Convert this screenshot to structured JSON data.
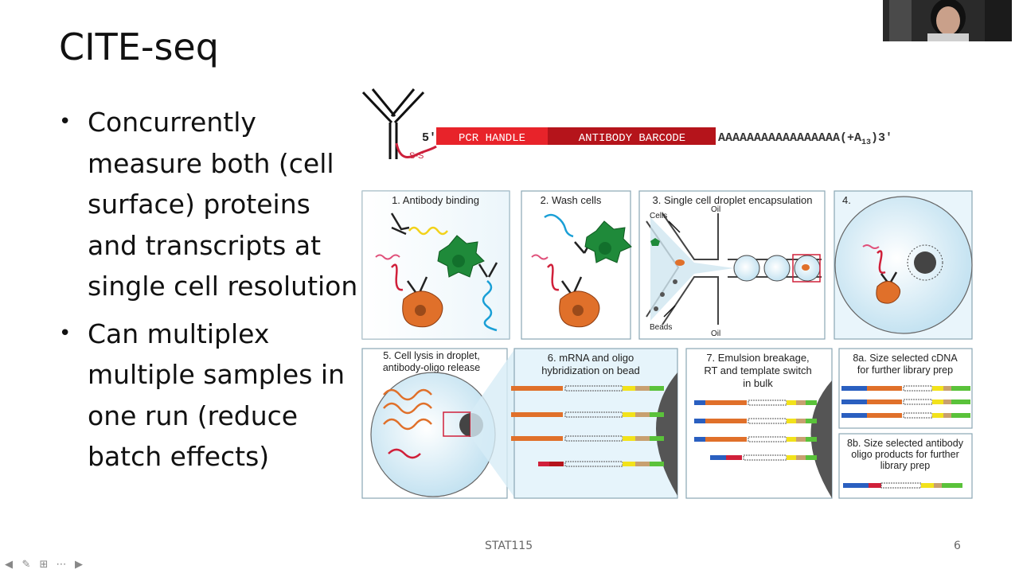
{
  "slide": {
    "title": "CITE-seq",
    "bullets": [
      "Concurrently measure both (cell surface) proteins and transcripts at single cell resolution",
      "Can multiplex multiple samples in one run (reduce batch effects)"
    ],
    "footer_course": "STAT115",
    "page_number": "6"
  },
  "figure": {
    "oligo": {
      "five_prime": "5′",
      "pcr_handle": "PCR HANDLE",
      "antibody_barcode": "ANTIBODY BARCODE",
      "poly_a": "AAAAAAAAAAAAAAAAA(+A",
      "poly_a_sub": "13",
      "three_prime": ")3′",
      "linker": "S-S"
    },
    "panels": {
      "p1": "1. Antibody binding",
      "p2": "2. Wash cells",
      "p3": "3. Single cell droplet encapsulation",
      "p3_cells": "Cells",
      "p3_beads": "Beads",
      "p3_oil_top": "Oil",
      "p3_oil_bottom": "Oil",
      "p4": "4.",
      "p5_line1": "5. Cell lysis in droplet,",
      "p5_line2": "antibody-oligo release",
      "p6_line1": "6. mRNA and oligo",
      "p6_line2": "hybridization on bead",
      "p7_line1": "7. Emulsion breakage,",
      "p7_line2": "RT and template switch",
      "p7_line3": "in bulk",
      "p8a_line1": "8a. Size selected cDNA",
      "p8a_line2": "for further library prep",
      "p8b_line1": "8b. Size selected antibody",
      "p8b_line2": "oligo products for further",
      "p8b_line3": "library prep"
    }
  },
  "colors": {
    "pcr_handle": "#e8232a",
    "antibody_barcode": "#b5141b",
    "panel_bg": "#e6f4fb",
    "panel_border": "#8aa6b5"
  },
  "nav_icons": [
    "arrow-left-icon",
    "pen-icon",
    "slides-icon",
    "more-icon",
    "arrow-right-icon"
  ]
}
